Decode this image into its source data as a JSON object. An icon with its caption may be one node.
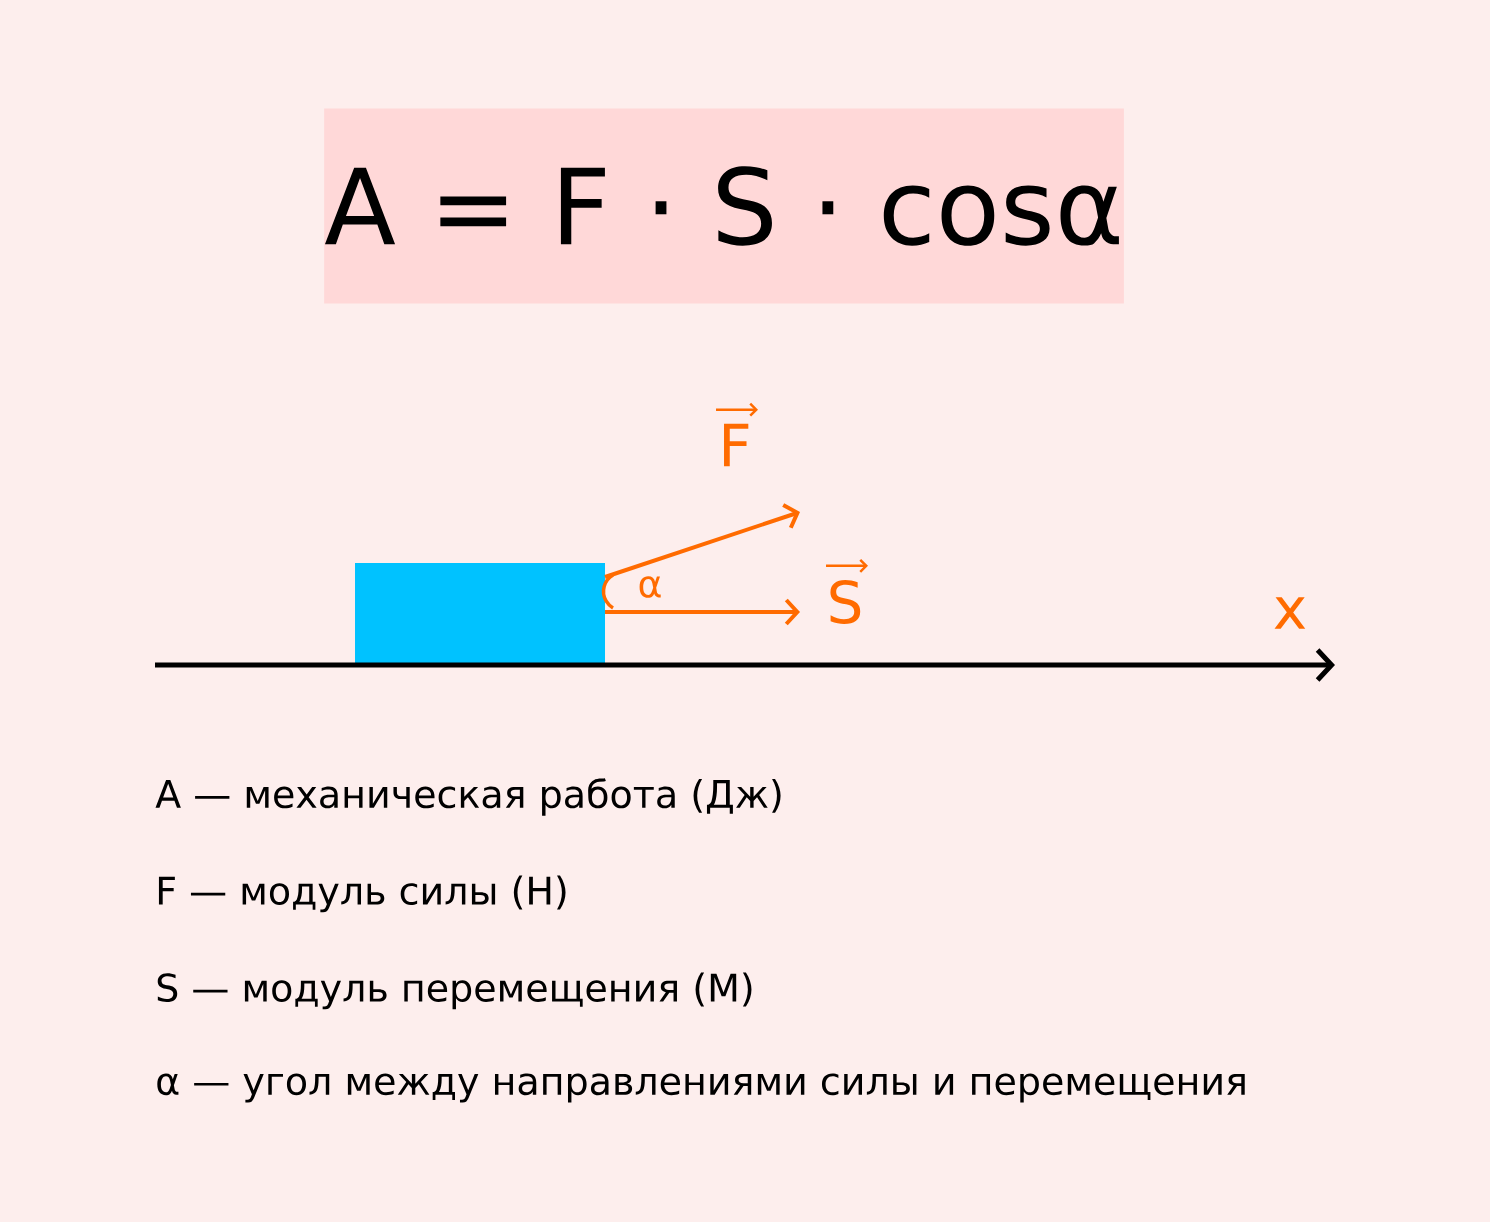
{
  "diagram": {
    "nodes": [
      {
        "text": [
          "A = F · S · cosα"
        ]
      }
    ],
    "labels": [
      "F",
      "α",
      "S",
      "x",
      "A —  механическая работа (Дж)",
      "F — модуль силы (Н)",
      "S — модуль перемещения (М)",
      "α — угол между направлениями силы и перемещения"
    ]
  }
}
